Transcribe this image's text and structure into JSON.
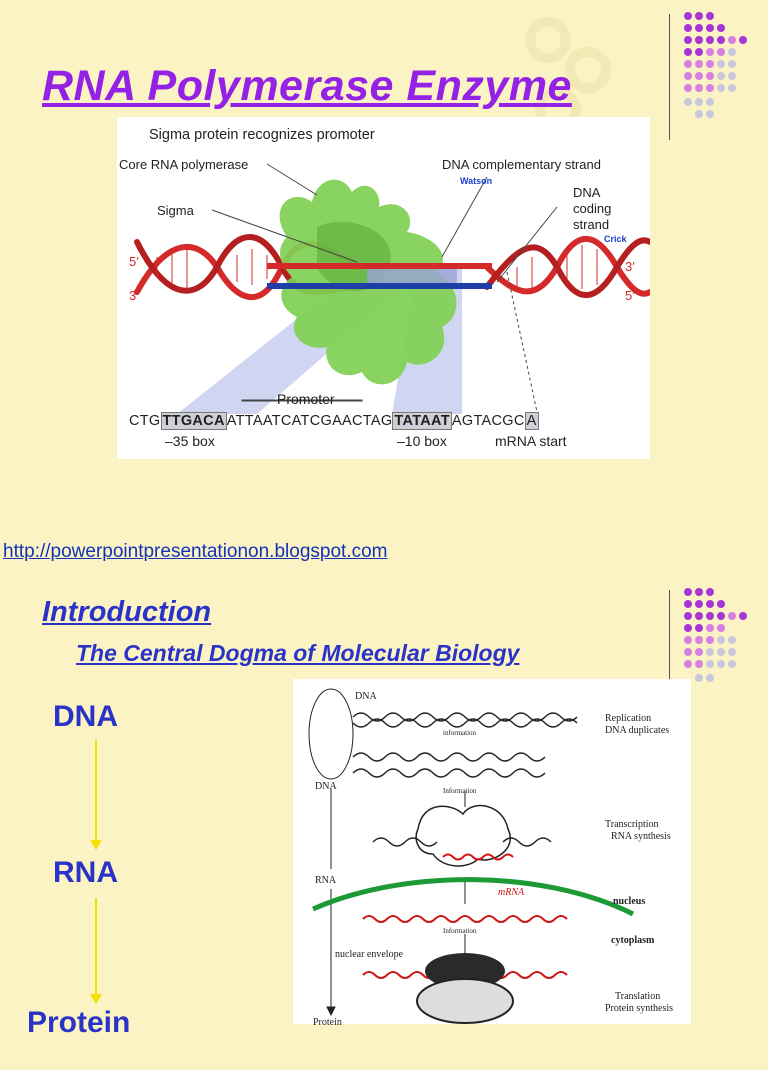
{
  "slide1": {
    "title": "RNA Polymerase Enzyme",
    "figure": {
      "top_label": "Sigma protein recognizes promoter",
      "core_label": "Core RNA polymerase",
      "sigma_label": "Sigma",
      "dna_comp_label": "DNA complementary strand",
      "watson_label": "Watson",
      "dna_coding_label": "DNA\ncoding\nstrand",
      "dna_label": "DNA",
      "coding_label": "coding",
      "strand_label": "strand",
      "crick_label": "Crick",
      "five_left": "5′",
      "three_left": "3′",
      "three_right": "3′",
      "five_right": "5′",
      "promoter_label": "Promoter",
      "seq_1": "CTG",
      "seq_box1": "TTGACA",
      "seq_2": "ATTAATCATCGAACTAG",
      "seq_box2": "TATAAT",
      "seq_3": "AGTACGC",
      "seq_box3": "A",
      "box35": "–35 box",
      "box10": "–10 box",
      "mrna_start": "mRNA start"
    },
    "link": "http://powerpointpresentationon.blogspot.com"
  },
  "slide2": {
    "heading": "Introduction",
    "subtitle": "The Central Dogma of Molecular Biology",
    "flow": [
      "DNA",
      "RNA",
      "Protein"
    ],
    "figure": {
      "dna_top": "DNA",
      "information_1": "information",
      "replication": "Replication",
      "dna_duplicates": "DNA duplicates",
      "dna_mid": "DNA",
      "information_2": "Information",
      "transcription": "Transcription",
      "rna_synthesis": "RNA synthesis",
      "rna_left": "RNA",
      "mrna": "mRNA",
      "nucleus": "nucleus",
      "information_3": "Information",
      "cytoplasm": "cytoplasm",
      "nuclear_envelope": "nuclear envelope",
      "translation": "Translation",
      "protein_synthesis": "Protein synthesis",
      "protein_left": "Protein"
    }
  },
  "colors": {
    "background": "#fbf3c4",
    "title": "#9321e6",
    "heading": "#2a33c8",
    "arrow": "#f2e200",
    "dot_purple": "#a436d8",
    "dot_pink": "#d77fe6",
    "dot_grey": "#c8c8dc"
  }
}
